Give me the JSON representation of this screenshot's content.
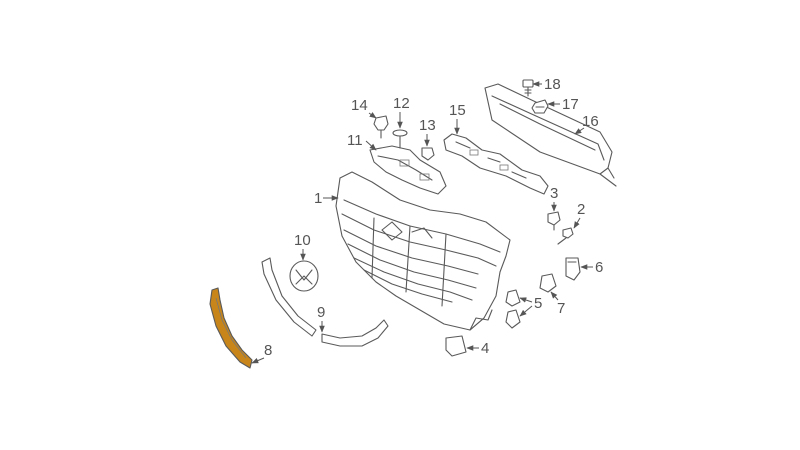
{
  "highlight_color": "#c8861a",
  "line_color": "#5a5a5a",
  "callouts": {
    "c1": "1",
    "c2": "2",
    "c3": "3",
    "c4": "4",
    "c5": "5",
    "c6": "6",
    "c7": "7",
    "c8": "8",
    "c9": "9",
    "c10": "10",
    "c11": "11",
    "c12": "12",
    "c13": "13",
    "c14": "14",
    "c15": "15",
    "c16": "16",
    "c17": "17",
    "c18": "18"
  }
}
